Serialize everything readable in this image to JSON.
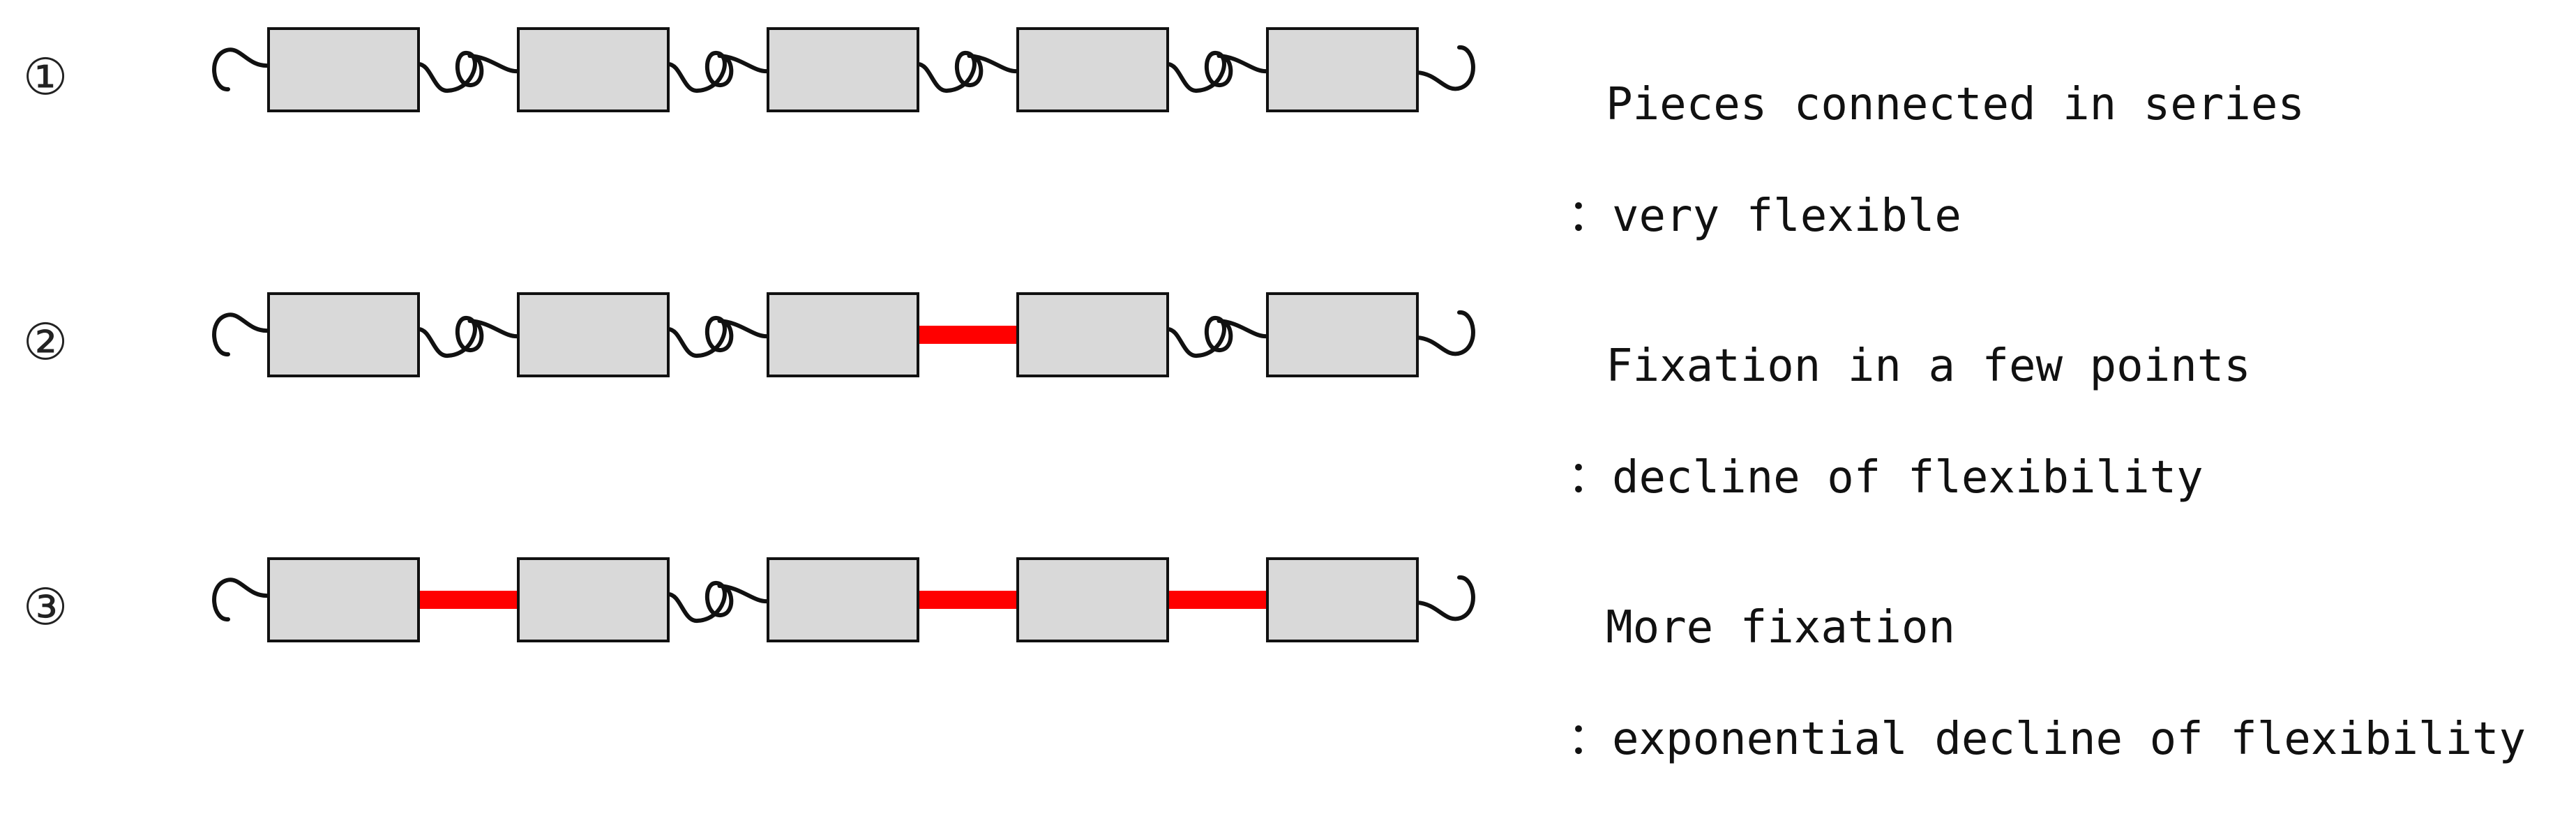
{
  "colors": {
    "piece_fill": "#d9d9d9",
    "piece_stroke": "#111111",
    "fixation": "#ff0000",
    "spring": "#111111"
  },
  "rows": [
    {
      "number": "①",
      "caption_line1": "Pieces connected in series",
      "caption_line2": "：very flexible",
      "links": [
        "spring",
        "spring",
        "spring",
        "spring"
      ]
    },
    {
      "number": "②",
      "caption_line1": "Fixation in a few points",
      "caption_line2": "：decline of flexibility",
      "links": [
        "spring",
        "spring",
        "fixed",
        "spring"
      ]
    },
    {
      "number": "③",
      "caption_line1": "More fixation",
      "caption_line2": "：exponential decline of flexibility",
      "links": [
        "fixed",
        "spring",
        "fixed",
        "fixed"
      ]
    }
  ]
}
